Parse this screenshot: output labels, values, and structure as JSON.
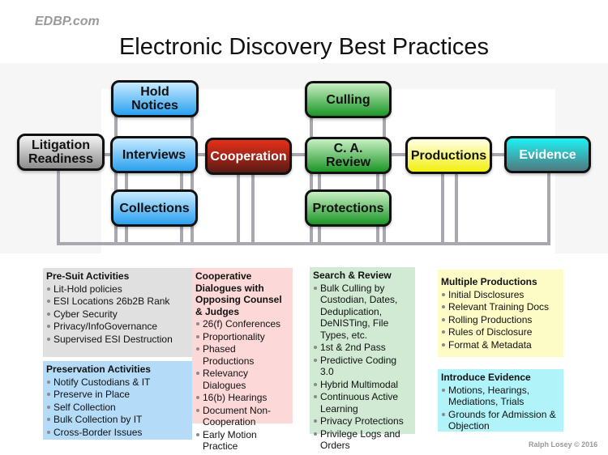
{
  "site": "EDBP.com",
  "title": "Electronic Discovery Best Practices",
  "nodes": {
    "litigation_readiness": "Litigation Readiness",
    "hold_notices": "Hold Notices",
    "interviews": "Interviews",
    "collections": "Collections",
    "cooperation": "Cooperation",
    "culling": "Culling",
    "ca_review": "C. A. Review",
    "protections": "Protections",
    "productions": "Productions",
    "evidence": "Evidence"
  },
  "panels": {
    "presuit": {
      "title": "Pre-Suit Activities",
      "items": [
        "Lit-Hold policies",
        "ESI Locations 26b2B Rank",
        "Cyber Security",
        "Privacy/InfoGovernance",
        "Supervised ESI Destruction"
      ]
    },
    "preservation": {
      "title": "Preservation Activities",
      "items": [
        "Notify Custodians & IT",
        "Preserve in Place",
        "Self Collection",
        "Bulk Collection by IT",
        "Cross-Border Issues"
      ]
    },
    "cooperative": {
      "title": "Cooperative Dialogues with Opposing Counsel & Judges",
      "items": [
        "26(f) Conferences",
        "Proportionality",
        "Phased Productions",
        "Relevancy Dialogues",
        "16(b) Hearings",
        "Document Non-Cooperation",
        "Early Motion Practice"
      ]
    },
    "search": {
      "title": "Search & Review",
      "items": [
        "Bulk Culling by Custodian, Dates, Deduplication, DeNISTing, File Types, etc.",
        "1st & 2nd Pass",
        "Predictive Coding 3.0",
        "Hybrid Multimodal",
        "Continuous Active Learning",
        "Privacy Protections",
        "Privilege Logs and Orders"
      ]
    },
    "productions": {
      "title": "Multiple Productions",
      "items": [
        "Initial Disclosures",
        "Relevant Training Docs",
        "Rolling Productions",
        "Rules of Disclosure",
        "Format & Metadata"
      ]
    },
    "evidence": {
      "title": "Introduce Evidence",
      "items": [
        "Motions, Hearings, Mediations, Trials",
        "Grounds for Admission & Objection"
      ]
    }
  },
  "credit": "Ralph Losey © 2016"
}
